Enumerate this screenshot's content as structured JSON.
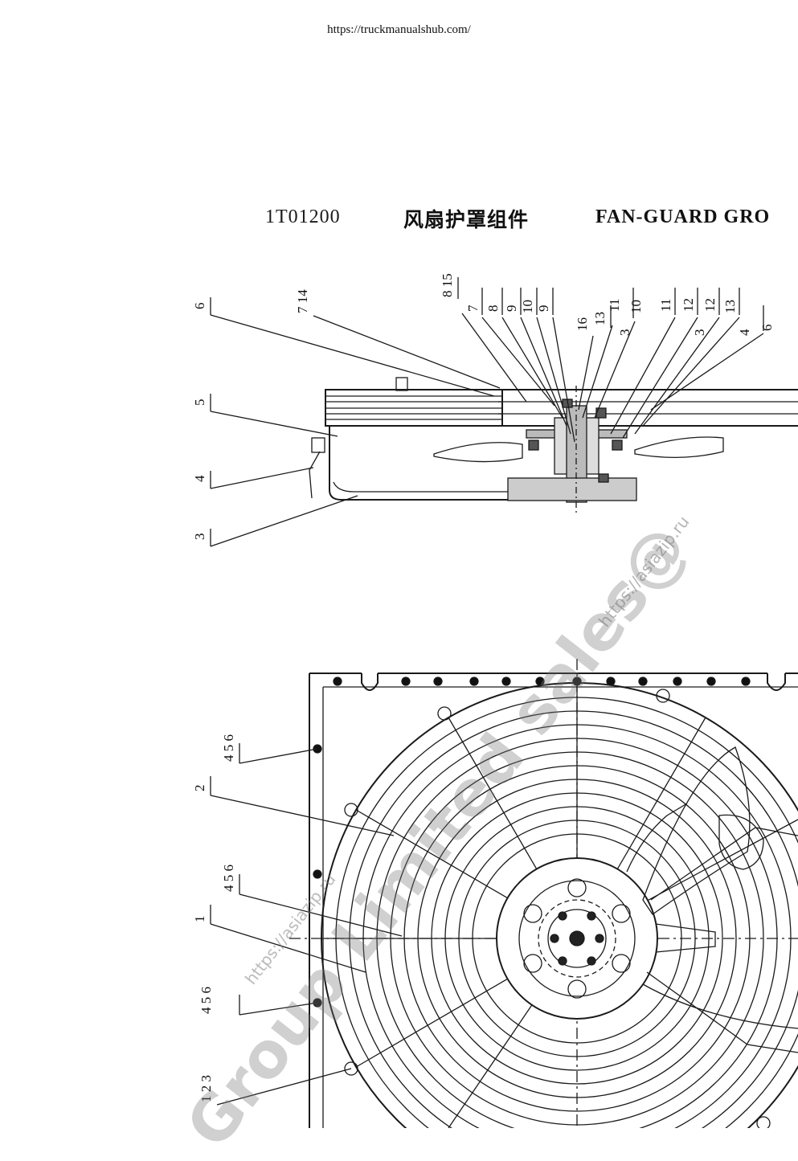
{
  "source_url": "https://truckmanualshub.com/",
  "document": {
    "code": "1T01200",
    "title_cn": "风扇护罩组件",
    "title_en": "FAN-GUARD GRO"
  },
  "section_view": {
    "labels": {
      "l6": "6",
      "l5": "5",
      "l4": "4",
      "l3": "3",
      "l7_14": "7 14",
      "l8_15": "8 15",
      "l7": "7",
      "l8": "8",
      "l9": "9",
      "l10": "10",
      "l9b": "9",
      "l16": "16",
      "l13": "13",
      "l11": "11",
      "l10b": "10",
      "l11b": "11",
      "l3b": "3",
      "l12": "12",
      "l3c": "3",
      "l12b": "12",
      "l13b": "13",
      "l4b": "4",
      "l6b": "6"
    }
  },
  "front_view": {
    "labels": {
      "g1": "4 5 6",
      "l2": "2",
      "g2": "4 5 6",
      "l1": "1",
      "g3": "4 5 6",
      "g4": "1 2 3"
    }
  },
  "watermarks": {
    "large": "Group Limited sales@",
    "small": "https://asiazip.ru",
    "small2": "https://asiazip.ru"
  }
}
